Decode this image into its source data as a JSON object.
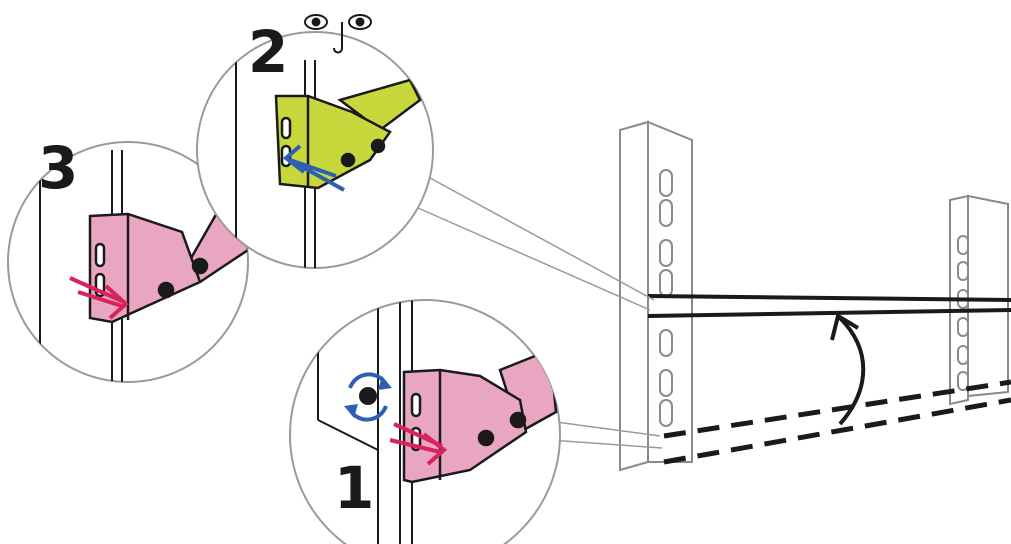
{
  "steps": [
    {
      "number": "1"
    },
    {
      "number": "2"
    },
    {
      "number": "3"
    }
  ],
  "colors": {
    "line": "#1a1a1a",
    "rail_gray": "#8a8a8a",
    "pink": "#e8a6c3",
    "pink_arrow": "#d8245a",
    "green": "#c8d83c",
    "blue": "#2e5fb5"
  },
  "icons": [
    "eye-icon",
    "nose-icon",
    "eye-icon",
    "rotate-icon",
    "push-arrow-icon",
    "curved-up-arrow-icon"
  ]
}
